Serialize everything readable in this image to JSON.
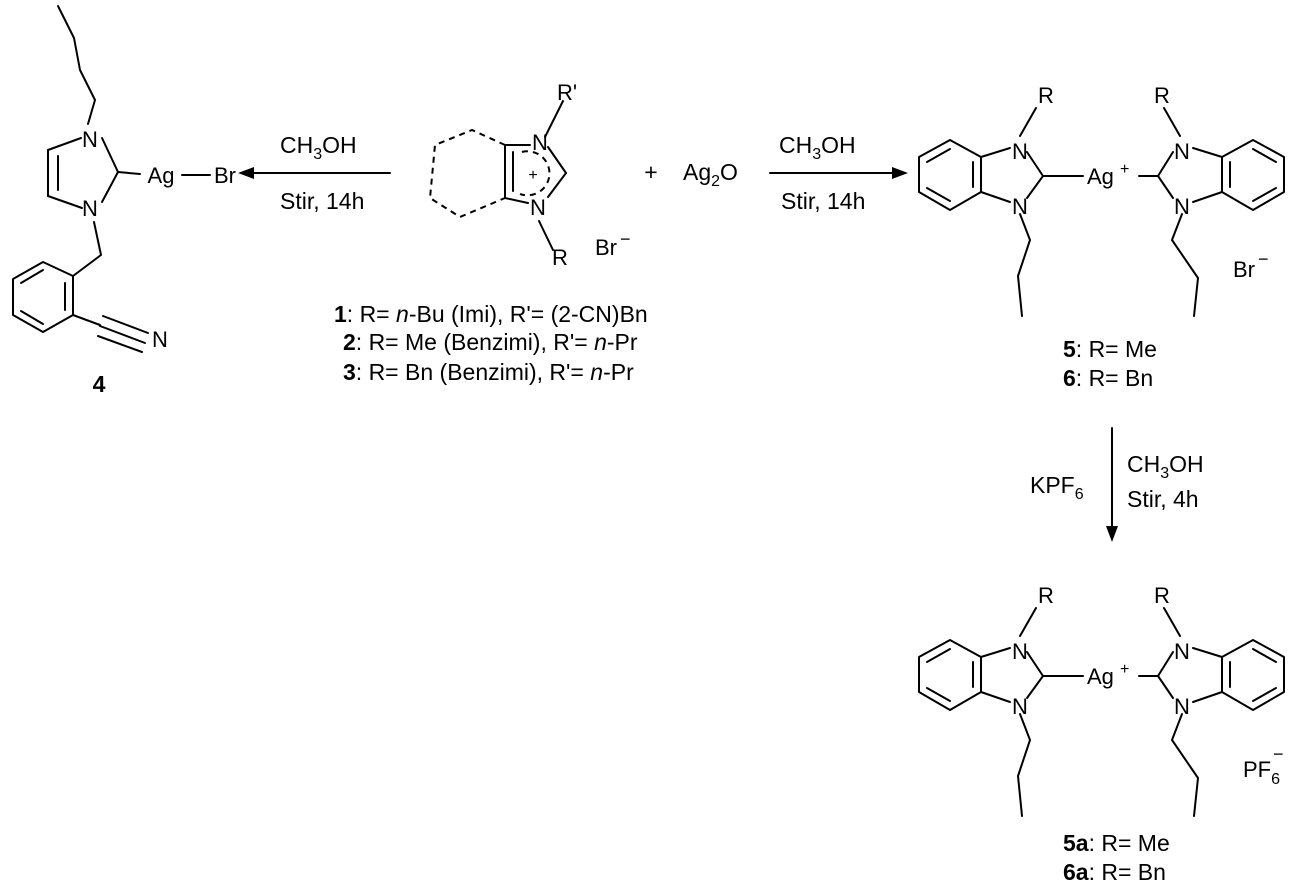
{
  "atoms": {
    "N": "N",
    "Ag": "Ag",
    "Br": "Br",
    "R": "R",
    "R_prime": "R'",
    "plus": "+",
    "minus": "−",
    "Ag2O_base": "Ag",
    "Ag2O_sub": "2",
    "Ag2O_o": "O",
    "PF_base": "PF",
    "PF_sub": "6"
  },
  "reagents": {
    "plus_sign": "+",
    "methanol_c": "CH",
    "methanol_sub": "3",
    "methanol_oh": "OH",
    "stir_14h": "Stir, 14h",
    "stir_4h": "Stir, 4h",
    "kpf_base": "KPF",
    "kpf_sub": "6"
  },
  "compound_4": {
    "number": "4"
  },
  "starting_materials": [
    {
      "num": "1",
      "a": ": R= ",
      "b": "n",
      "c": "-Bu (Imi), R'= (2-CN)Bn"
    },
    {
      "num": "2",
      "a": ": R= Me (Benzimi), R'= ",
      "b": "n",
      "c": "-Pr"
    },
    {
      "num": "3",
      "a": ": R= Bn (Benzimi), R'= ",
      "b": "n",
      "c": "-Pr"
    }
  ],
  "products_bromide": [
    {
      "num": "5",
      "text": ": R= Me"
    },
    {
      "num": "6",
      "text": ": R= Bn"
    }
  ],
  "products_pf6": [
    {
      "num": "5a",
      "text": ": R= Me"
    },
    {
      "num": "6a",
      "text": ": R= Bn"
    }
  ]
}
